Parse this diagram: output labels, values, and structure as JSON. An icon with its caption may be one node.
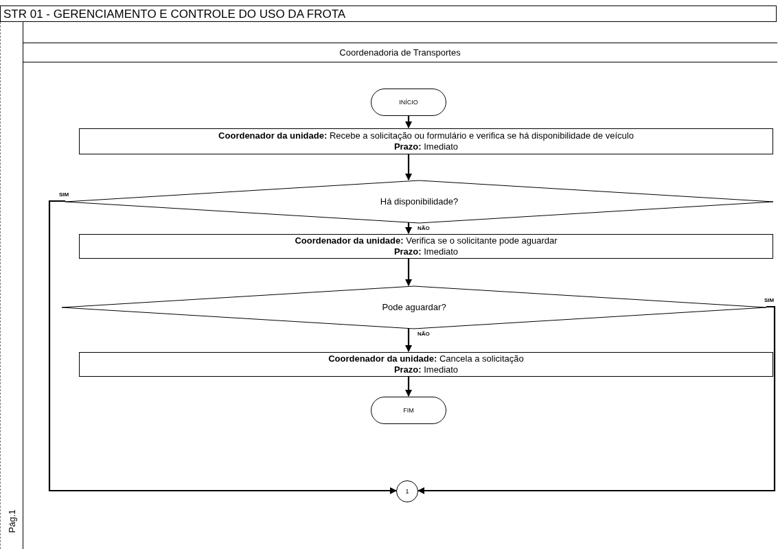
{
  "diagram": {
    "title": "STR 01 - GERENCIAMENTO E CONTROLE DO USO DA FROTA",
    "nodes": [
      {
        "text": [
          "Coordenadoria de Transportes"
        ]
      },
      {
        "text": [
          "INÍCIO"
        ],
        "in": 0
      },
      {
        "text": [
          "**Coordenador da unidade:** Recebe a solicitação ou formulário e verifica se há disponibilidade de veículo",
          "**Prazo:** Imediato"
        ],
        "in": 0
      },
      {
        "text": [
          "Há disponibilidade?"
        ],
        "in": 0
      },
      {
        "text": [
          "**Coordenador da unidade:** Verifica se o solicitante pode aguardar",
          "**Prazo:** Imediato"
        ],
        "in": 0
      },
      {
        "text": [
          "Pode aguardar?"
        ],
        "in": 0
      },
      {
        "text": [
          "**Coordenador da unidade:** Cancela a solicitação",
          "**Prazo:** Imediato"
        ],
        "in": 0
      },
      {
        "text": [
          "FIM"
        ],
        "in": 0
      },
      {
        "text": [
          "1"
        ],
        "in": 0
      }
    ],
    "edges": [
      {
        "from": 1,
        "to": 2,
        "arrow": "to"
      },
      {
        "from": 2,
        "to": 3,
        "arrow": "to"
      },
      {
        "from": 3,
        "to": 4,
        "arrow": "to",
        "label": "NÃO"
      },
      {
        "from": 4,
        "to": 5,
        "arrow": "to"
      },
      {
        "from": 5,
        "to": 6,
        "arrow": "to",
        "label": "NÃO"
      },
      {
        "from": 6,
        "to": 7,
        "arrow": "to"
      },
      {
        "from": 3,
        "to": 8,
        "arrow": "to",
        "label": "SIM"
      },
      {
        "from": 5,
        "to": 8,
        "arrow": "to",
        "label": "SIM"
      }
    ],
    "labels": [
      "Pág.1"
    ]
  }
}
